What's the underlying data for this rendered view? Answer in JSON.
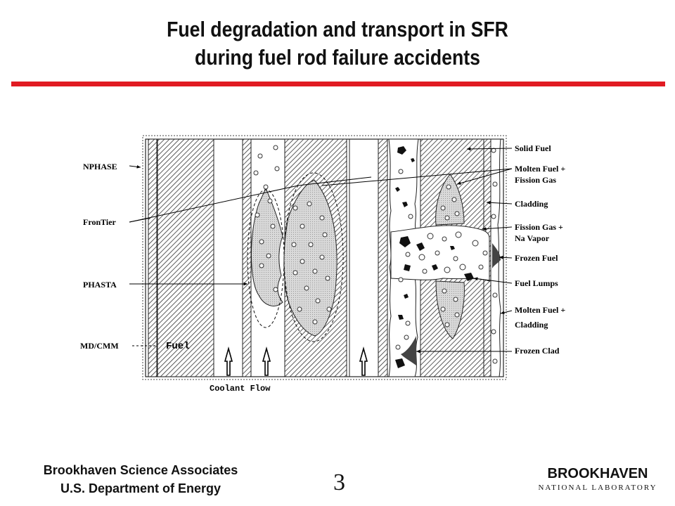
{
  "slide": {
    "title_line1": "Fuel degradation and transport in SFR",
    "title_line2": "during fuel rod failure accidents",
    "accent_color": "#e11b22",
    "page_number": "3"
  },
  "diagram": {
    "left_labels": {
      "nphase": "NPHASE",
      "frontier": "FronTier",
      "phasta": "PHASTA",
      "mdcmm": "MD/CMM"
    },
    "fuel_label": "Fuel",
    "coolant_flow_label": "Coolant Flow",
    "right_labels": {
      "solid_fuel": "Solid Fuel",
      "molten_fuel_fg_1": "Molten Fuel +",
      "molten_fuel_fg_2": "Fission Gas",
      "cladding": "Cladding",
      "fission_gas_na_1": "Fission Gas +",
      "fission_gas_na_2": "Na Vapor",
      "frozen_fuel": "Frozen Fuel",
      "fuel_lumps": "Fuel Lumps",
      "molten_fuel_clad_1": "Molten Fuel +",
      "molten_fuel_clad_2": "Cladding",
      "frozen_clad": "Frozen Clad"
    }
  },
  "footer": {
    "org_line1": "Brookhaven Science Associates",
    "org_line2": "U.S. Department of Energy",
    "logo_top": "BROOKHAVEN",
    "logo_bottom": "NATIONAL LABORATORY"
  }
}
